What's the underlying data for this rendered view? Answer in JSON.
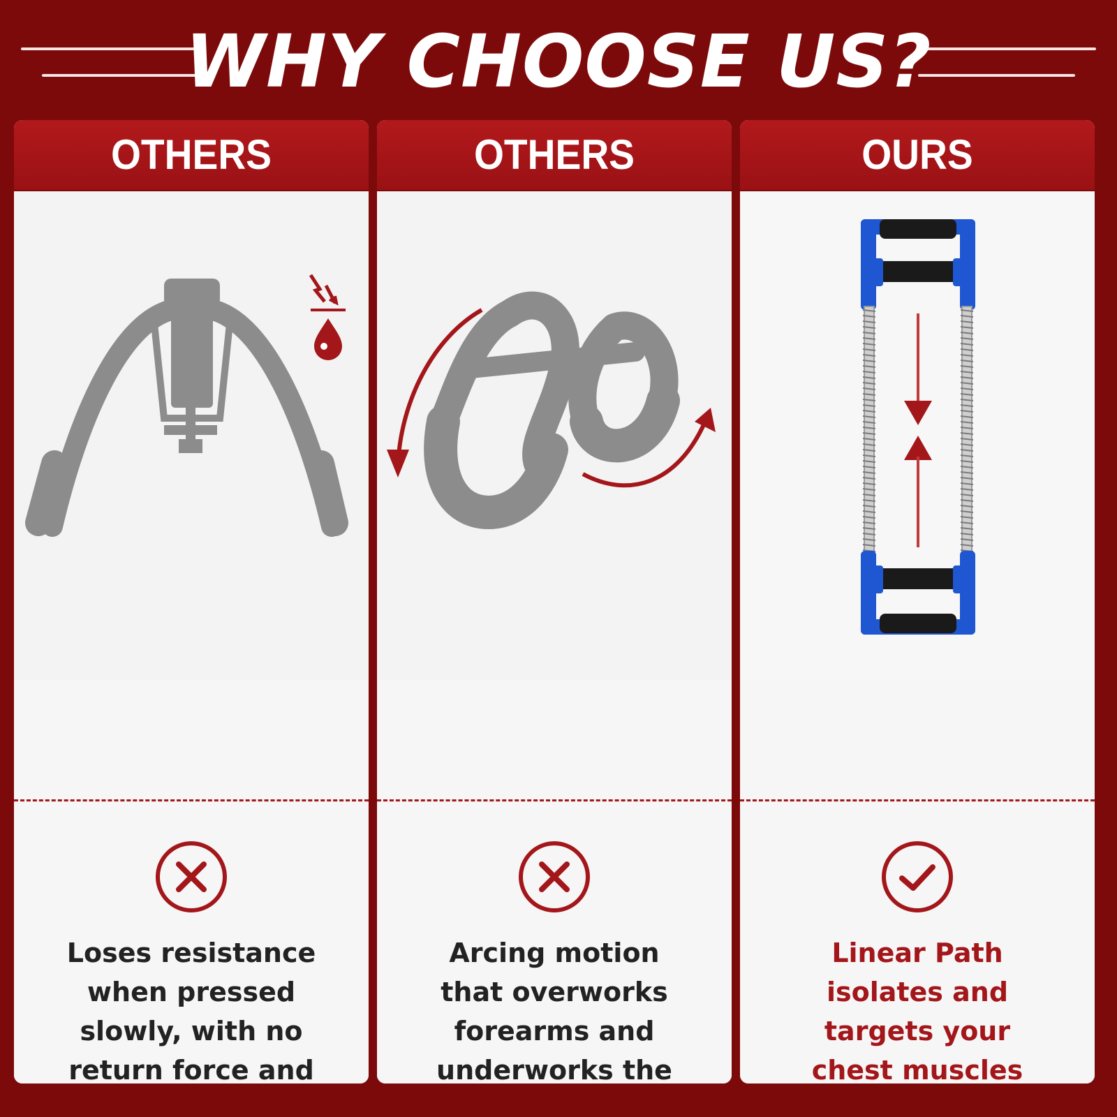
{
  "header": {
    "title": "WHY CHOOSE US?"
  },
  "columns": [
    {
      "label": "OTHERS",
      "status_icon": "x-circle-icon",
      "description": "Loses resistance when pressed slowly, with no return force and oil leakage risk.",
      "product_icon": "hydraulic-arm-blaster-icon"
    },
    {
      "label": "OTHERS",
      "status_icon": "x-circle-icon",
      "description": "Arcing motion that overworks forearms and underworks the chest.",
      "product_icon": "figure-eight-spring-icon"
    },
    {
      "label": "OURS",
      "status_icon": "check-circle-icon",
      "description": "Linear Path isolates and targets your chest muscles directly.",
      "product_icon": "linear-spring-chest-expander-icon"
    }
  ],
  "colors": {
    "background": "#7d0a0a",
    "accent_red": "#a3161a",
    "icon_gray": "#8c8c8c",
    "handle_blue": "#1f56d1",
    "text_dark": "#222222"
  }
}
